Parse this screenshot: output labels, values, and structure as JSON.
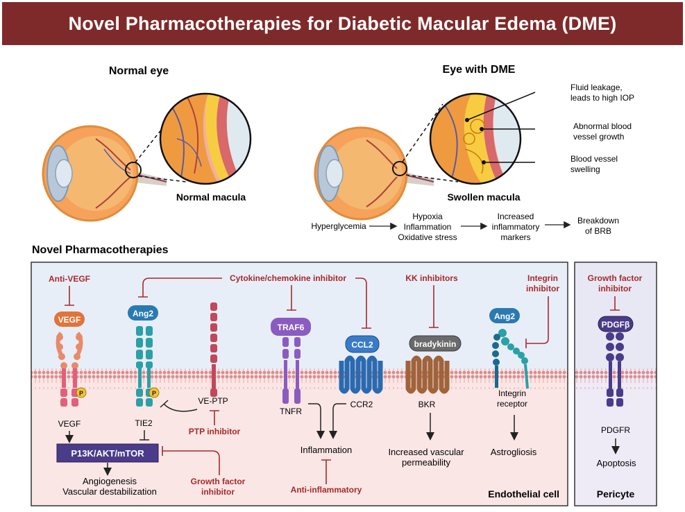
{
  "title": "Novel Pharmacotherapies for Diabetic Macular Edema (DME)",
  "top": {
    "normal_eye_title": "Normal eye",
    "normal_macula_label": "Normal macula",
    "dme_eye_title": "Eye with DME",
    "swollen_macula_label": "Swollen macula",
    "callouts": [
      {
        "line1": "Fluid leakage,",
        "line2": "leads to high IOP"
      },
      {
        "line1": "Abnormal blood",
        "line2": "vessel growth"
      },
      {
        "line1": "Blood vessel",
        "line2": "swelling"
      }
    ],
    "flow": {
      "step1": "Hyperglycemia",
      "step2": [
        "Hypoxia",
        "Inflammation",
        "Oxidative stress"
      ],
      "step3": [
        "Increased",
        "inflammatory",
        "markers"
      ],
      "step4": [
        "Breakdown",
        "of BRB"
      ]
    }
  },
  "section_title": "Novel Pharmacotherapies",
  "inhibitors": {
    "anti_vegf": "Anti-VEGF",
    "cytokine": "Cytokine/chemokine inhibitor",
    "kk": "KK inhibitors",
    "integrin": [
      "Integrin",
      "inhibitor"
    ],
    "gf_pericyte": [
      "Growth factor",
      "inhibitor"
    ],
    "ptp": "PTP inhibitor",
    "gf_endo": [
      "Growth factor",
      "inhibitor"
    ],
    "anti_inflammatory": "Anti-inflammatory"
  },
  "ligands": {
    "vegf": "VEGF",
    "ang2_a": "Ang2",
    "traf6": "TRAF6",
    "ccl2": "CCL2",
    "bradykinin": "bradykinin",
    "ang2_b": "Ang2",
    "pdgfb": "PDGFβ",
    "p": "P"
  },
  "receptors": {
    "vegf": "VEGF",
    "tie2": "TIE2",
    "veptp": "VE-PTP",
    "tnfr": "TNFR",
    "ccr2": "CCR2",
    "bkr": "BKR",
    "integrin": [
      "Integrin",
      "receptor"
    ],
    "pdgfr": "PDGFR"
  },
  "pathway": {
    "pi3k": "P13K/AKT/mTOR",
    "angio": [
      "Angiogenesis",
      "Vascular destabilization"
    ],
    "inflammation": "Inflammation",
    "permeability": [
      "Increased vascular",
      "permeability"
    ],
    "astrogliosis": "Astrogliosis",
    "apoptosis": "Apoptosis"
  },
  "cells": {
    "endothelial": "Endothelial cell",
    "pericyte": "Pericyte"
  },
  "colors": {
    "banner": "#7f2a2a",
    "inhibitor_text": "#a52a2a",
    "membrane": "#d08a8a",
    "vegf_receptor": "#e0607a",
    "tie2": "#2aa0a8",
    "traf6": "#8a5cc0",
    "ccr2": "#3a7bc8",
    "bkr": "#a0633a",
    "pdgfr": "#4a3c8a"
  }
}
